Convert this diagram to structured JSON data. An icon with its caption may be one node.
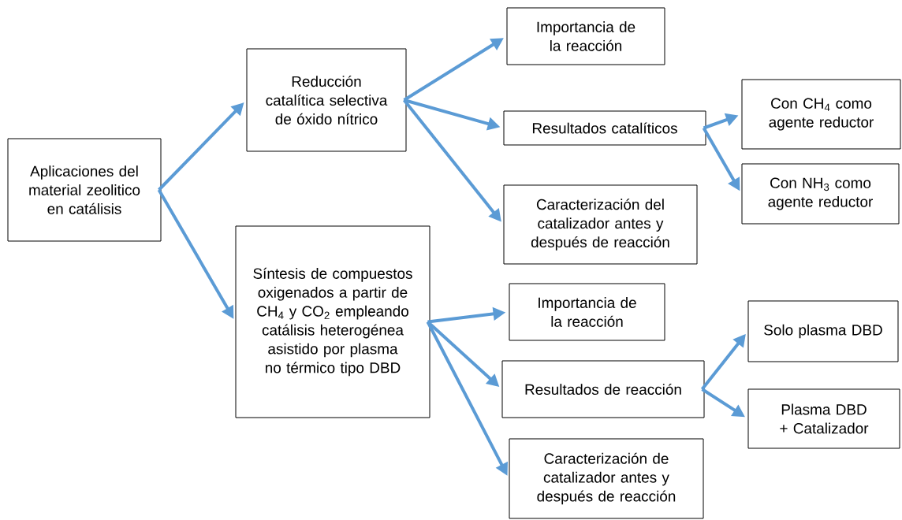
{
  "diagram": {
    "nodes": [
      {
        "text": [
          "Aplicaciones del material zeolitico en catálisis"
        ]
      },
      {
        "text": [
          "Reducción catalítica selectiva de óxido nítrico"
        ]
      },
      {
        "text": [
          "Síntesis de compuestos oxigenados a partir de CH$_{4}$ y CO$_{2}$ empleando catálisis heterogénea asistido por plasma no térmico tipo DBD"
        ]
      },
      {
        "text": [
          "Importancia de la reacción"
        ]
      },
      {
        "text": [
          "Resultados catalíticos"
        ]
      },
      {
        "text": [
          "Caracterización del catalizador antes y después de reacción"
        ]
      },
      {
        "text": [
          "Con CH$_{4}$ como agente reductor"
        ]
      },
      {
        "text": [
          "Con NH$_{3}$ como agente reductor"
        ]
      },
      {
        "text": [
          "Importancia de la reacción"
        ]
      },
      {
        "text": [
          "Resultados de reacción"
        ]
      },
      {
        "text": [
          "Caracterización de catalizador antes y después de reacción"
        ]
      },
      {
        "text": [
          "Solo plasma DBD"
        ]
      },
      {
        "text": [
          "Plasma DBD + Catalizador"
        ]
      }
    ],
    "edges": [
      {
        "from": 0,
        "to": 1,
        "arrow": "to"
      },
      {
        "from": 0,
        "to": 2,
        "arrow": "to"
      },
      {
        "from": 1,
        "to": 3,
        "arrow": "to"
      },
      {
        "from": 1,
        "to": 4,
        "arrow": "to"
      },
      {
        "from": 1,
        "to": 5,
        "arrow": "to"
      },
      {
        "from": 4,
        "to": 6,
        "arrow": "to"
      },
      {
        "from": 4,
        "to": 7,
        "arrow": "to"
      },
      {
        "from": 2,
        "to": 8,
        "arrow": "to"
      },
      {
        "from": 2,
        "to": 9,
        "arrow": "to"
      },
      {
        "from": 2,
        "to": 10,
        "arrow": "to"
      },
      {
        "from": 9,
        "to": 11,
        "arrow": "to"
      },
      {
        "from": 9,
        "to": 12,
        "arrow": "to"
      }
    ]
  }
}
